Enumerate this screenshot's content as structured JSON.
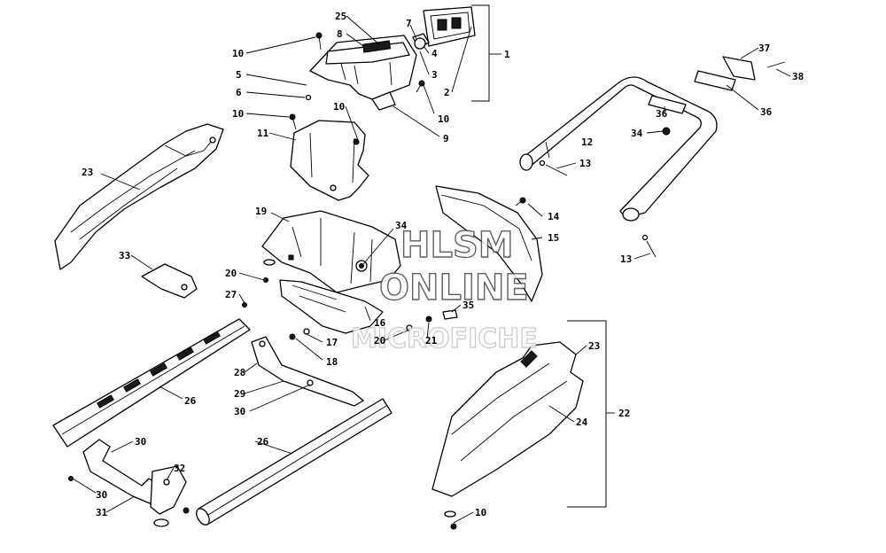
{
  "watermark": {
    "line1": "HLSM",
    "line2": "ONLINE",
    "line3": "MICROFICHE"
  },
  "callouts": {
    "c1": "1",
    "c2": "2",
    "c3": "3",
    "c4": "4",
    "c5": "5",
    "c6": "6",
    "c7": "7",
    "c8": "8",
    "c9": "9",
    "c10a": "10",
    "c10b": "10",
    "c10c": "10",
    "c10d": "10",
    "c10e": "10",
    "c11": "11",
    "c12": "12",
    "c13a": "13",
    "c13b": "13",
    "c14": "14",
    "c15": "15",
    "c16": "16",
    "c17": "17",
    "c18": "18",
    "c19": "19",
    "c20a": "20",
    "c20b": "20",
    "c21": "21",
    "c22": "22",
    "c23a": "23",
    "c23b": "23",
    "c24": "24",
    "c25": "25",
    "c26a": "26",
    "c26b": "26",
    "c27": "27",
    "c28": "28",
    "c29": "29",
    "c30a": "30",
    "c30b": "30",
    "c30c": "30",
    "c31": "31",
    "c32": "32",
    "c33": "33",
    "c34a": "34",
    "c34b": "34",
    "c35": "35",
    "c36a": "36",
    "c36b": "36",
    "c37": "37",
    "c38": "38"
  }
}
